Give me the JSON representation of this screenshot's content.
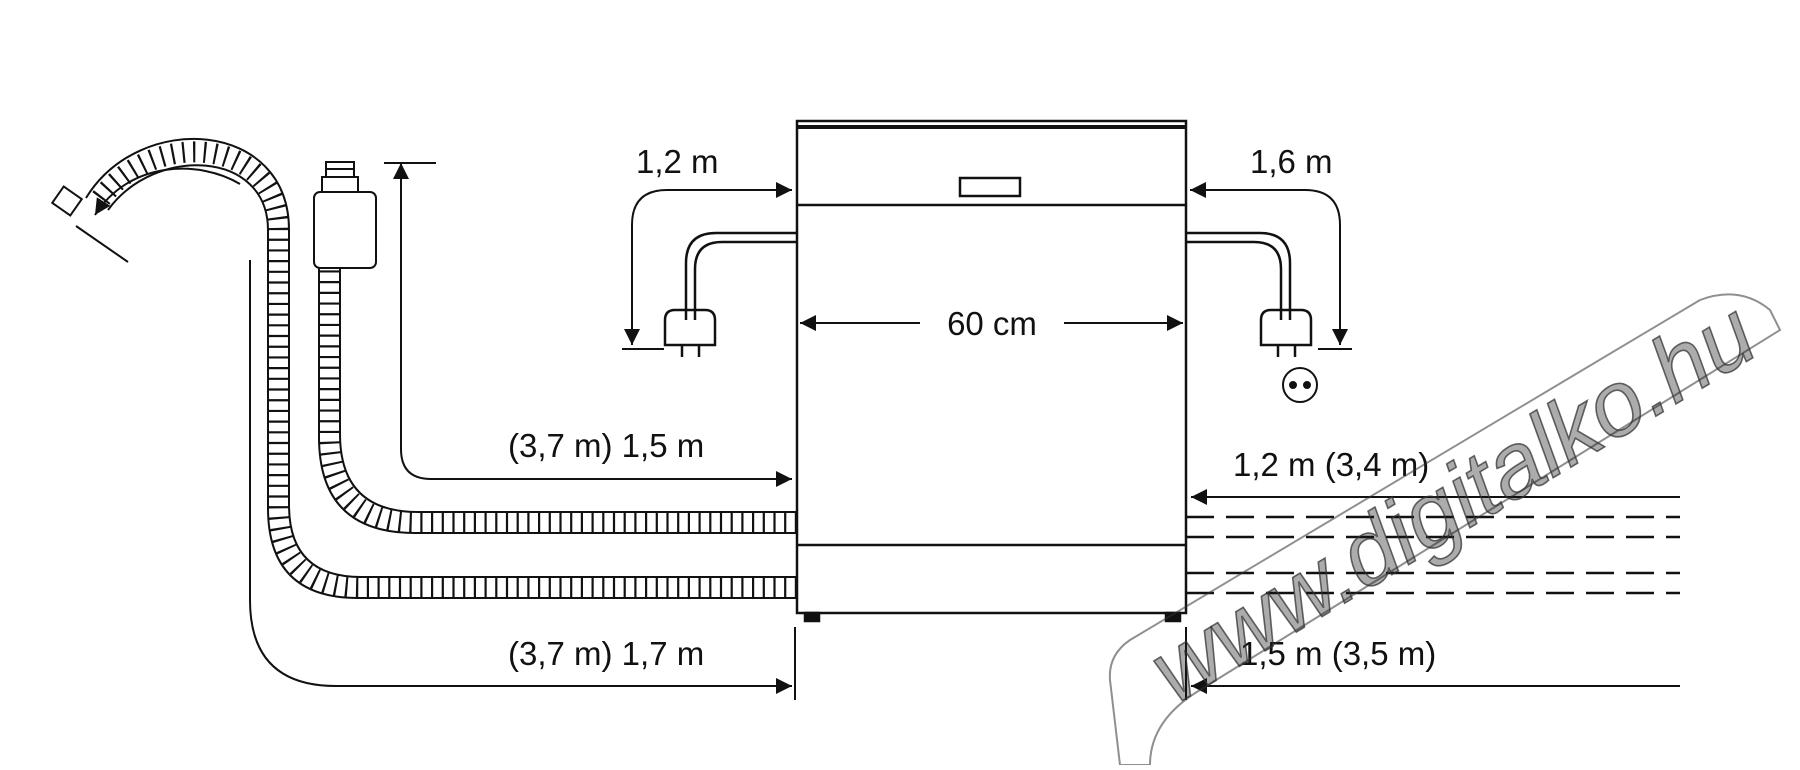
{
  "labels": {
    "power_left": "1,2 m",
    "power_right": "1,6 m",
    "width": "60 cm",
    "inlet": "(3,7 m) 1,5 m",
    "outlet": "(3,7 m) 1,7 m",
    "right_upper": "1,2 m (3,4 m)",
    "right_lower": "1,5 m (3,5 m)"
  },
  "watermark": {
    "text": "www.digitalko.hu"
  },
  "colors": {
    "line": "#111111",
    "watermark_fill": "#ffffff",
    "watermark_stroke": "#333333"
  }
}
